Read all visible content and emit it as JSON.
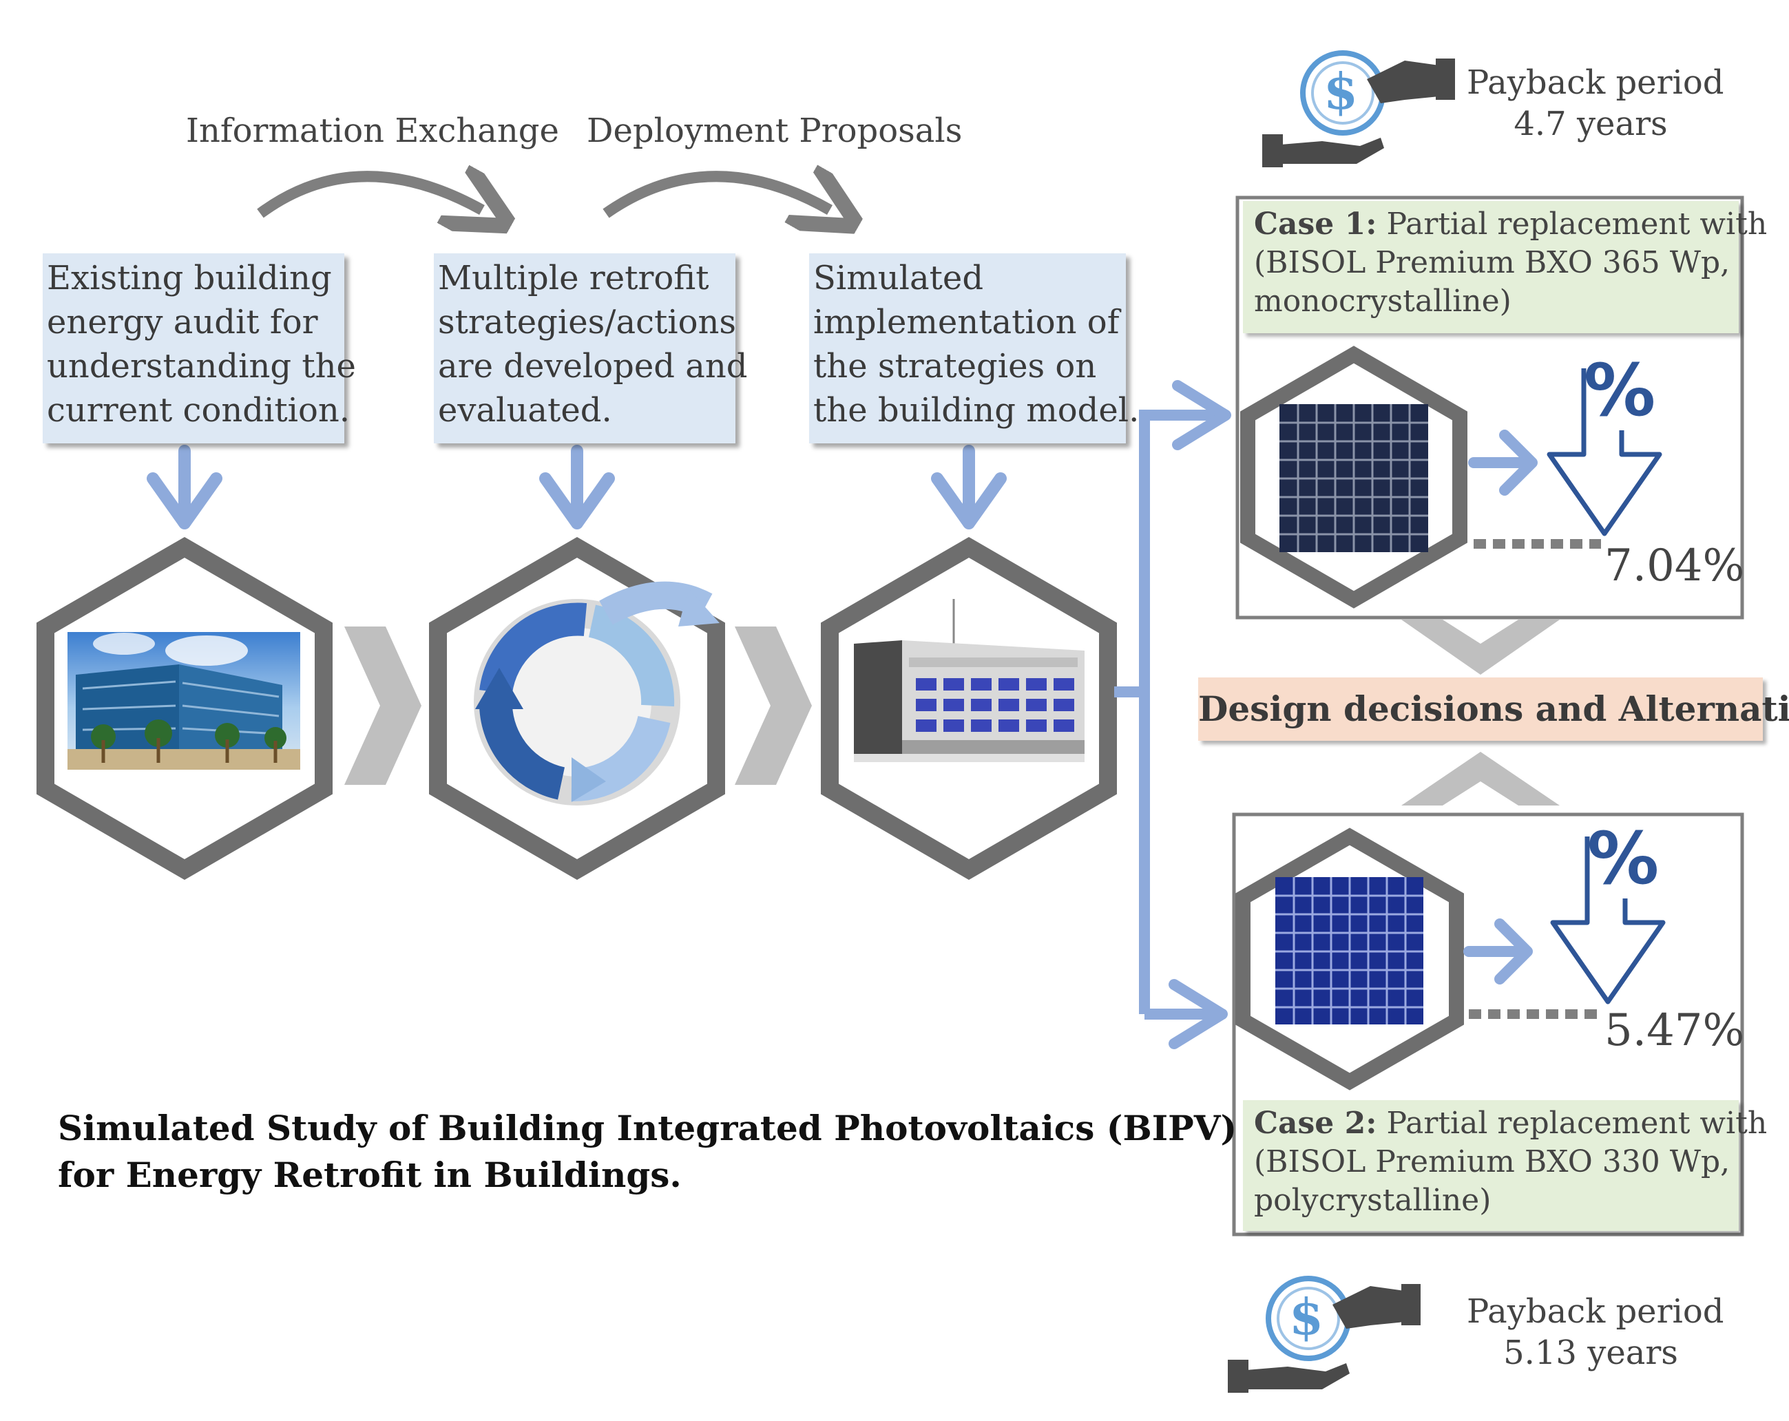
{
  "flow_labels": {
    "information_exchange": "Information Exchange",
    "deployment_proposals": "Deployment Proposals"
  },
  "steps": [
    {
      "lines": [
        "Existing building",
        "energy audit for",
        "understanding  the",
        "current condition."
      ]
    },
    {
      "lines": [
        "Multiple  retrofit",
        "strategies/actions",
        "are developed  and",
        "evaluated."
      ]
    },
    {
      "lines": [
        "Simulated",
        "implementation  of",
        "the strategies on",
        "the building  model."
      ]
    }
  ],
  "case1": {
    "heading": "Case 1:",
    "line1_rest": " Partial replacement with",
    "line2": "(BISOL Premium BXO 365 Wp,",
    "line3": "monocrystalline)",
    "reduction": "7.04%",
    "payback_label": "Payback period",
    "payback_value": "4.7 years"
  },
  "case2": {
    "heading": "Case 2:",
    "line1_rest": " Partial replacement with",
    "line2": "(BISOL Premium BXO 330 Wp,",
    "line3": "polycrystalline)",
    "reduction": "5.47%",
    "payback_label": "Payback period",
    "payback_value": "5.13 years"
  },
  "design_label": "Design decisions and Alternatives",
  "title": {
    "line1": "Simulated Study of Building Integrated Photovoltaics (BIPV)",
    "line2": "for Energy Retrofit in Buildings."
  },
  "icons": {
    "percent_symbol": "%",
    "dollar_symbol": "$"
  },
  "colors": {
    "hexagon": "#6e6e6e",
    "arrow_blue": "#8eaadb",
    "chevron_gray": "#bfbfbf",
    "step_box": "#dde8f4",
    "case_box": "#e4efd9",
    "design_box": "#f8dccb",
    "panel_mono": "#1f2a4a",
    "panel_poly": "#1b2f8f",
    "percent_blue": "#2e5597"
  }
}
